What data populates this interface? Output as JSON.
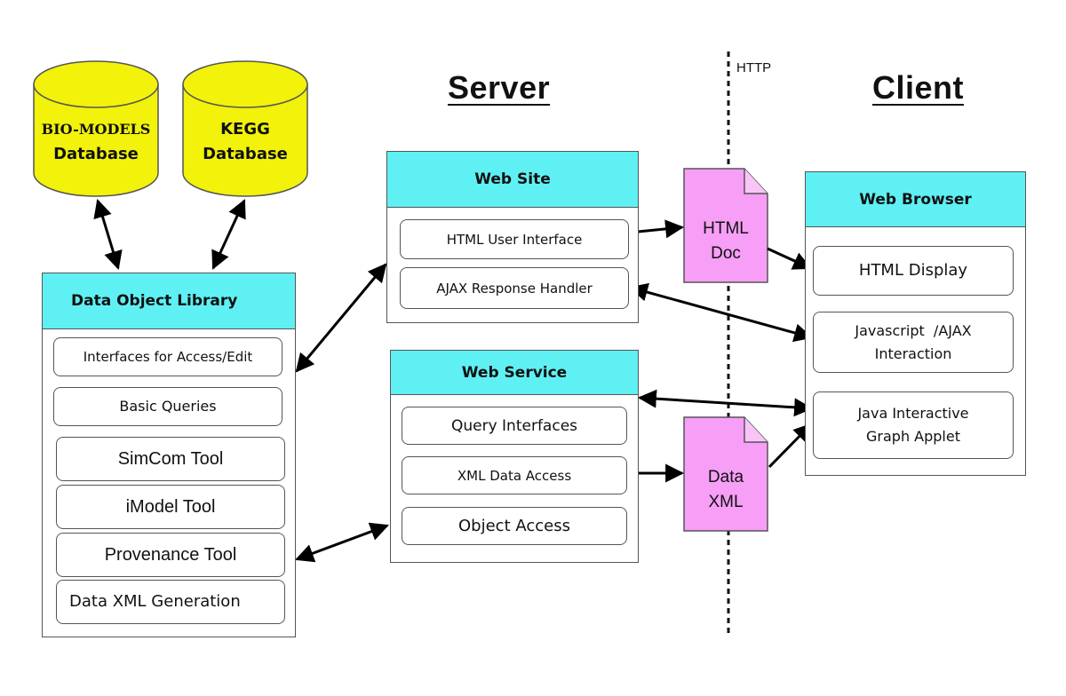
{
  "titles": {
    "server": "Server",
    "client": "Client",
    "http": "HTTP"
  },
  "databases": [
    {
      "line1": "BIO-MODELS",
      "line2": "Database"
    },
    {
      "line1": "KEGG",
      "line2": "Database"
    }
  ],
  "data_object_library": {
    "header": "Data Object Library",
    "items": [
      "Interfaces for Access/Edit",
      "Basic Queries",
      "SimCom Tool",
      "iModel Tool",
      "Provenance Tool",
      "Data XML Generation"
    ]
  },
  "web_site": {
    "header": "Web Site",
    "items": [
      "HTML User Interface",
      "AJAX Response Handler"
    ]
  },
  "web_service": {
    "header": "Web Service",
    "items": [
      "Query Interfaces",
      "XML Data Access",
      "Object Access"
    ]
  },
  "documents": [
    {
      "line1": "HTML",
      "line2": "Doc"
    },
    {
      "line1": "Data",
      "line2": "XML"
    }
  ],
  "web_browser": {
    "header": "Web Browser",
    "items": [
      {
        "line1": "HTML Display",
        "line2": ""
      },
      {
        "line1": "Javascript  /AJAX",
        "line2": "Interaction"
      },
      {
        "line1": "Java Interactive",
        "line2": "Graph Applet"
      }
    ]
  },
  "colors": {
    "database_fill": "#f2f20a",
    "header_fill": "#5ff0f4",
    "document_fill": "#f79ef7",
    "border": "#555555"
  }
}
